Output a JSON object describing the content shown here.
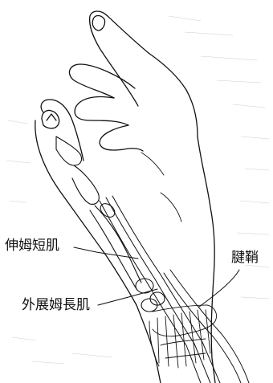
{
  "labels": {
    "extensor_pollicis_brevis": "伸姆短肌",
    "abductor_pollicis_longus": "外展姆長肌",
    "tendon_sheath": "腱鞘"
  },
  "colors": {
    "ink": "#111111",
    "paper": "#ffffff"
  }
}
